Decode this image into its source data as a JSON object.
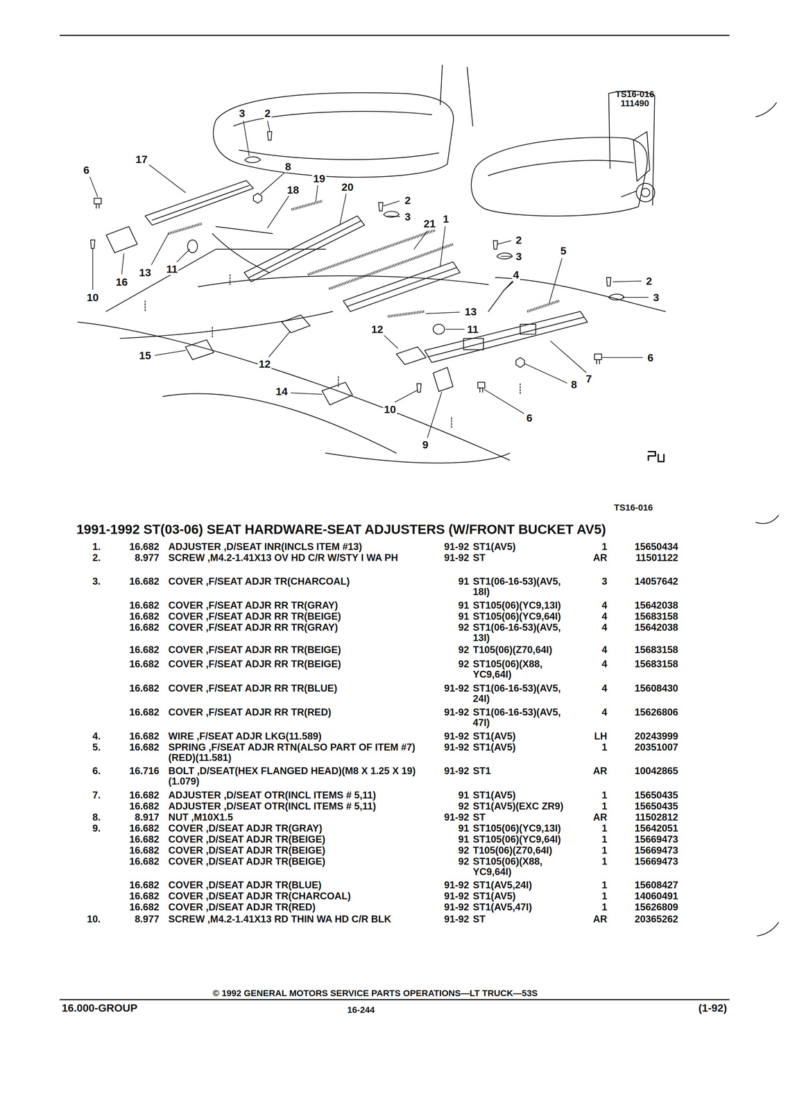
{
  "diagram": {
    "title": "1991-1992 ST(03-06) SEAT HARDWARE-SEAT ADJUSTERS (W/FRONT BUCKET AV5)",
    "labels": [
      "3",
      "2",
      "17",
      "6",
      "8",
      "19",
      "20",
      "18",
      "2",
      "3",
      "1",
      "21",
      "2",
      "5",
      "3",
      "13",
      "11",
      "4",
      "16",
      "2",
      "3",
      "10",
      "13",
      "12",
      "11",
      "15",
      "6",
      "12",
      "7",
      "8",
      "14",
      "10",
      "6",
      "9",
      "TS16-016",
      "111490",
      "TS16-016",
      "1.",
      "16.682",
      "ADJUSTER ,D/SEAT INR(INCLS ITEM #13)",
      "91-92",
      "ST1(AV5)",
      "1",
      "15650434",
      "2.",
      "8.977",
      "SCREW ,M4.2-1.41X13 OV HD C/R W/STY I WA PH",
      "91-92",
      "ST",
      "AR",
      "11501122",
      "3.",
      "16.682",
      "COVER ,F/SEAT ADJR TR(CHARCOAL)",
      "91",
      "ST1(06-16-53)(AV5, 18I)",
      "3",
      "14057642",
      "16.682",
      "COVER ,F/SEAT ADJR RR TR(GRAY)",
      "91",
      "ST105(06)(YC9,13I)",
      "4",
      "15642038",
      "16.682",
      "COVER ,F/SEAT ADJR RR TR(BEIGE)",
      "91",
      "ST105(06)(YC9,64I)",
      "4",
      "15683158",
      "16.682",
      "COVER ,F/SEAT ADJR RR TR(GRAY)",
      "92",
      "ST1(06-16-53)(AV5, 13I)",
      "4",
      "15642038",
      "16.682",
      "COVER ,F/SEAT ADJR RR TR(BEIGE)",
      "92",
      "T105(06)(Z70,64I)",
      "4",
      "15683158",
      "16.682",
      "COVER ,F/SEAT ADJR RR TR(BEIGE)",
      "92",
      "ST105(06)(X88, YC9,64I)",
      "4",
      "15683158",
      "16.682",
      "COVER ,F/SEAT ADJR RR TR(BLUE)",
      "91-92",
      "ST1(06-16-53)(AV5, 24I)",
      "4",
      "15608430",
      "16.682",
      "COVER ,F/SEAT ADJR RR TR(RED)",
      "91-92",
      "ST1(06-16-53)(AV5, 47I)",
      "4",
      "15626806",
      "4.",
      "16.682",
      "WIRE ,F/SEAT ADJR LKG(11.589)",
      "91-92",
      "ST1(AV5)",
      "LH",
      "20243999",
      "5.",
      "16.682",
      "SPRING ,F/SEAT ADJR RTN(ALSO PART OF ITEM #7)(RED)(11.581)",
      "91-92",
      "ST1(AV5)",
      "1",
      "20351007",
      "6.",
      "16.716",
      "BOLT ,D/SEAT(HEX FLANGED HEAD)(M8 X 1.25 X 19)(1.079)",
      "91-92",
      "ST1",
      "AR",
      "10042865",
      "7.",
      "16.682",
      "ADJUSTER ,D/SEAT OTR(INCL ITEMS # 5,11)",
      "91",
      "ST1(AV5)",
      "1",
      "15650435",
      "16.682",
      "ADJUSTER ,D/SEAT OTR(INCL ITEMS # 5,11)",
      "92",
      "ST1(AV5)(EXC ZR9)",
      "1",
      "15650435",
      "8.",
      "8.917",
      "NUT ,M10X1.5",
      "91-92",
      "ST",
      "AR",
      "11502812",
      "9.",
      "16.682",
      "COVER ,D/SEAT ADJR TR(GRAY)",
      "91",
      "ST105(06)(YC9,13I)",
      "1",
      "15642051",
      "16.682",
      "COVER ,D/SEAT ADJR TR(BEIGE)",
      "91",
      "ST105(06)(YC9,64I)",
      "1",
      "15669473",
      "16.682",
      "COVER ,D/SEAT ADJR TR(BEIGE)",
      "92",
      "T105(06)(Z70,64I)",
      "1",
      "15669473",
      "16.682",
      "COVER ,D/SEAT ADJR TR(BEIGE)",
      "92",
      "ST105(06)(X88, YC9,64I)",
      "1",
      "15669473",
      "16.682",
      "COVER ,D/SEAT ADJR TR(BLUE)",
      "91-92",
      "ST1(AV5,24I)",
      "1",
      "15608427",
      "16.682",
      "COVER ,D/SEAT ADJR TR(CHARCOAL)",
      "91-92",
      "ST1(AV5)",
      "1",
      "14060491",
      "16.682",
      "COVER ,D/SEAT ADJR TR(RED)",
      "91-92",
      "ST1(AV5,47I)",
      "1",
      "15626809",
      "10.",
      "8.977",
      "SCREW ,M4.2-1.41X13 RD THIN WA HD C/R BLK",
      "91-92",
      "ST",
      "AR",
      "20365262",
      "© 1992 GENERAL MOTORS SERVICE PARTS OPERATIONS—LT TRUCK—53S",
      "16.000-GROUP",
      "16-244",
      "(1-92)"
    ]
  }
}
